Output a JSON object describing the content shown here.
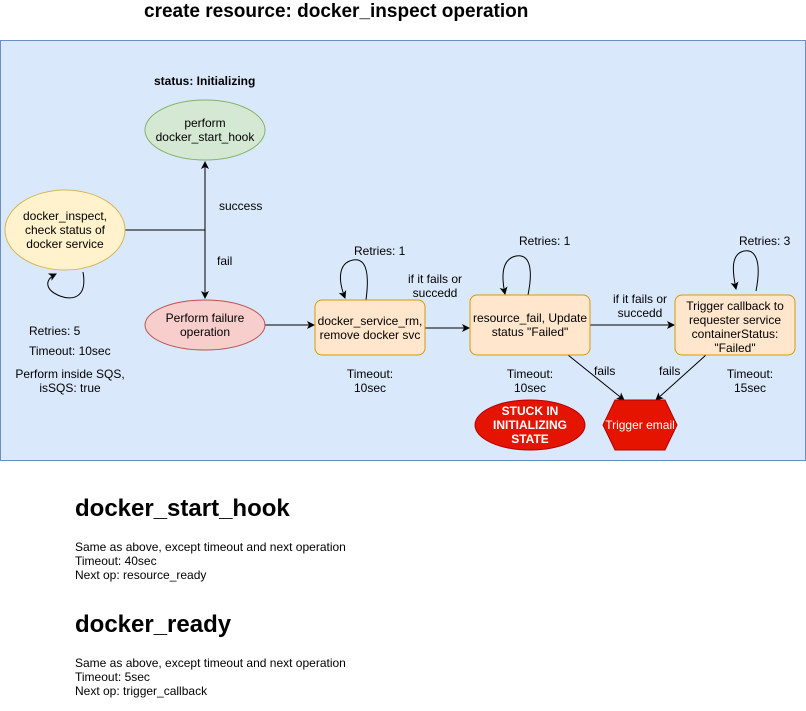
{
  "title": "create resource: docker_inspect operation",
  "status_label": "status: Initializing",
  "nodes": {
    "start_hook": "perform\ndocker_start_hook",
    "inspect": "docker_inspect,\ncheck status of\ndocker service",
    "failure_op": "Perform failure\noperation",
    "service_rm": "docker_service_rm,\nremove docker svc",
    "resource_fail": "resource_fail, Update\nstatus \"Failed\"",
    "trigger_callback": "Trigger callback to\nrequester service\ncontainerStatus:\n\"Failed\"",
    "stuck": "STUCK IN\nINITIALIZING\nSTATE",
    "trigger_email": "Trigger email"
  },
  "edges": {
    "success": "success",
    "fail": "fail",
    "if_fails_1": "if it fails or\nsuccedd",
    "if_fails_2": "if it fails or\nsuccedd",
    "fails_1": "fails",
    "fails_2": "fails"
  },
  "annotations": {
    "retries_inspect": "Retries: 5",
    "timeout_inspect": "Timeout: 10sec",
    "sqs_inspect": "Perform inside SQS,\nisSQS: true",
    "retries_rm": "Retries: 1",
    "timeout_rm": "Timeout:\n10sec",
    "retries_fail": "Retries: 1",
    "timeout_fail": "Timeout:\n10sec",
    "retries_callback": "Retries: 3",
    "timeout_callback": "Timeout:\n15sec"
  },
  "sections": [
    {
      "heading": "docker_start_hook",
      "line1": "Same as above, except timeout and next operation",
      "line2": "Timeout: 40sec",
      "line3": "Next op: resource_ready"
    },
    {
      "heading": "docker_ready",
      "line1": "Same as above, except timeout and next operation",
      "line2": "Timeout: 5sec",
      "line3": "Next op: trigger_callback"
    }
  ],
  "colors": {
    "container_fill": "#dae8fc",
    "container_stroke": "#6c8ebf",
    "green_fill": "#d5e8d4",
    "green_stroke": "#82b366",
    "yellow_fill": "#fff2cc",
    "yellow_stroke": "#d6b656",
    "red_fill": "#f8cecc",
    "red_stroke": "#b85450",
    "orange_fill": "#ffe6cc",
    "orange_stroke": "#d79b00",
    "alert_fill": "#e51400",
    "alert_stroke": "#b20000"
  }
}
